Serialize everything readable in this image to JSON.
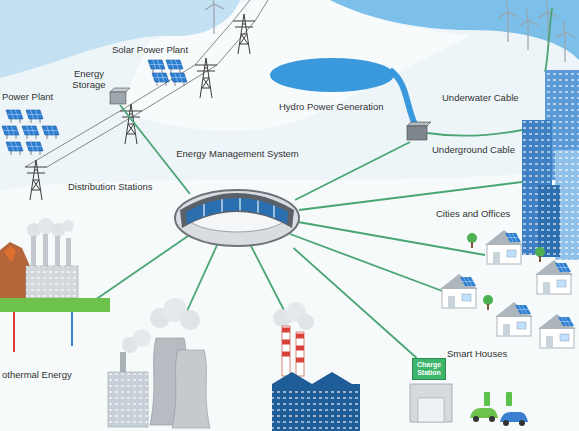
{
  "diagram": {
    "nodes": [
      {
        "text": [
          "Energy Management System"
        ]
      },
      {
        "text": [
          "Charge Station"
        ]
      }
    ],
    "edges": [
      {
        "from": 0,
        "to": 1,
        "arrow": "none"
      }
    ],
    "labels": [
      "Solar Power Plant",
      "Power Plant",
      "Energy Storage",
      "Distribution Stations",
      "Hydro Power Generation",
      "Underwater Cable",
      "Underground Cable",
      "Cities and Offices",
      "Smart Houses",
      "othermal Energy"
    ]
  }
}
